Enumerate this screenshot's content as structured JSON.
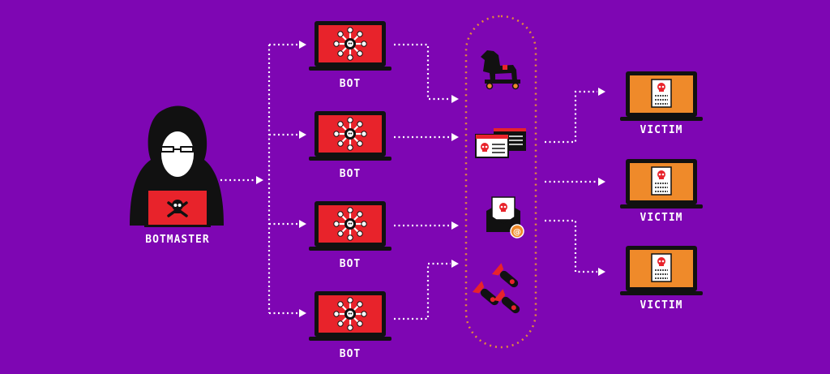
{
  "colors": {
    "background": "#7e06b3",
    "bot_screen": "#e8232b",
    "victim_screen": "#ef8a2a",
    "connector": "#ffffff",
    "pill_border": "#e38a3a"
  },
  "botmaster": {
    "label": "BOTMASTER",
    "icon": "hooded-hacker-icon"
  },
  "bots": [
    {
      "label": "BOT",
      "icon": "virus-laptop-icon"
    },
    {
      "label": "BOT",
      "icon": "virus-laptop-icon"
    },
    {
      "label": "BOT",
      "icon": "virus-laptop-icon"
    },
    {
      "label": "BOT",
      "icon": "virus-laptop-icon"
    }
  ],
  "attacks": [
    {
      "icon": "trojan-horse-icon"
    },
    {
      "icon": "malicious-webpage-icon"
    },
    {
      "icon": "phishing-email-icon"
    },
    {
      "icon": "ddos-bombs-icon"
    }
  ],
  "victims": [
    {
      "label": "VICTIM",
      "icon": "infected-laptop-icon"
    },
    {
      "label": "VICTIM",
      "icon": "infected-laptop-icon"
    },
    {
      "label": "VICTIM",
      "icon": "infected-laptop-icon"
    }
  ]
}
